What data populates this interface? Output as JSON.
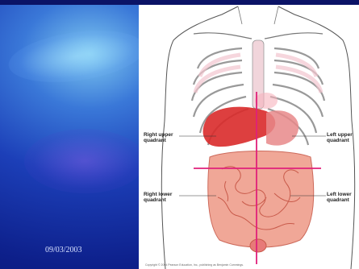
{
  "slide": {
    "date": "09/03/2003",
    "labels": {
      "right_upper": [
        "Right upper",
        "quadrant"
      ],
      "left_upper": [
        "Left upper",
        "quadrant"
      ],
      "right_lower": [
        "Right lower",
        "quadrant"
      ],
      "left_lower": [
        "Left lower",
        "quadrant"
      ]
    },
    "copyright": "Copyright © 2004 Pearson Education, Inc., publishing as Benjamin Cummings."
  },
  "colors": {
    "background_dark": "#0b1366",
    "background_light": "#7ec8f0",
    "quadrant_line": "#e0207a",
    "organ_red": "#d92a2a",
    "intestine": "#e98a78"
  }
}
